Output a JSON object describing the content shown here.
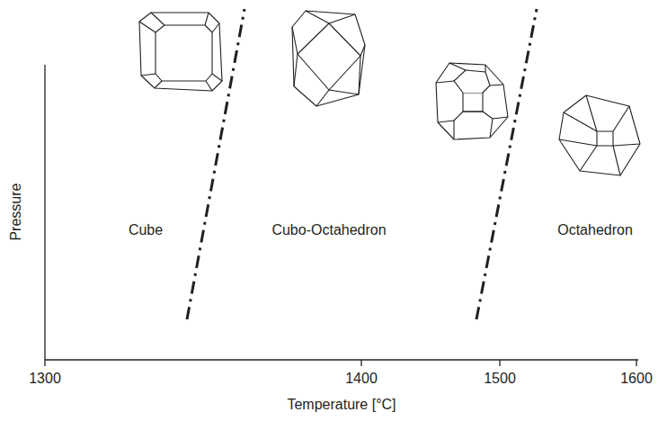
{
  "diagram": {
    "labels": [
      "Pressure",
      "Temperature [°C]",
      "1300",
      "1400",
      "1500",
      "1600",
      "Cube",
      "Cubo-Octahedron",
      "Octahedron"
    ]
  }
}
